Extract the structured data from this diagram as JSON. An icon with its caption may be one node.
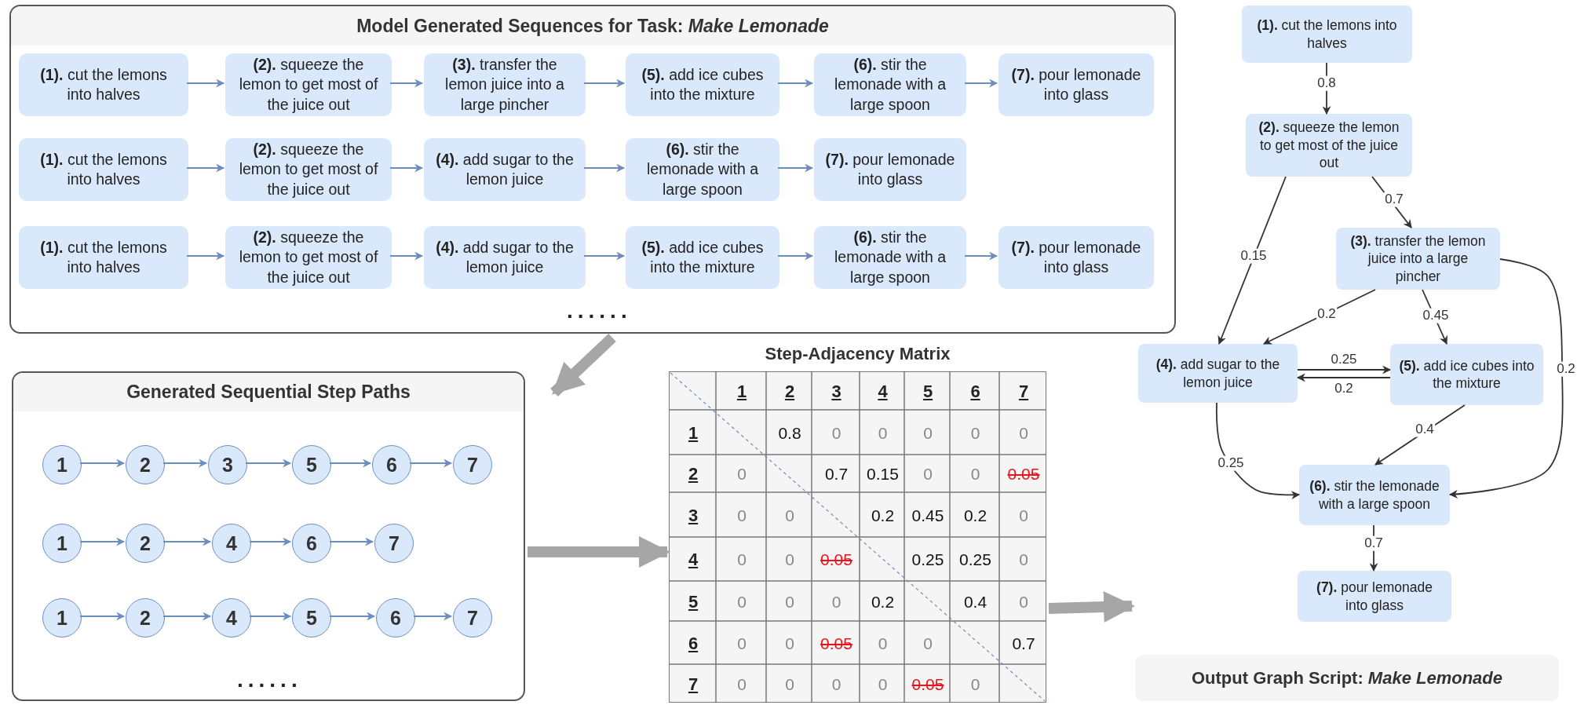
{
  "diagram": {
    "nodes": [
      {
        "text": [
          "Model Generated Sequences for Task: *Make Lemonade*"
        ]
      },
      {
        "text": [
          "**(1).** cut the lemons into halves"
        ],
        "in": 0
      },
      {
        "text": [
          "**(2).** squeeze the lemon to get most of the juice out"
        ],
        "in": 0
      },
      {
        "text": [
          "**(3).** transfer the lemon juice into a large pincher"
        ],
        "in": 0
      },
      {
        "text": [
          "**(5).** add ice cubes into the mixture"
        ],
        "in": 0
      },
      {
        "text": [
          "**(6).** stir the lemonade with a large spoon"
        ],
        "in": 0
      },
      {
        "text": [
          "**(7).** pour lemonade into glass"
        ],
        "in": 0
      },
      {
        "text": [
          "**(1).** cut the lemons into halves"
        ],
        "in": 0
      },
      {
        "text": [
          "**(2).** squeeze the lemon to get most of the juice out"
        ],
        "in": 0
      },
      {
        "text": [
          "**(4).** add sugar to the lemon juice"
        ],
        "in": 0
      },
      {
        "text": [
          "**(6).** stir the lemonade with a large spoon"
        ],
        "in": 0
      },
      {
        "text": [
          "**(7).** pour lemonade into glass"
        ],
        "in": 0
      },
      {
        "text": [
          "**(1).** cut the lemons into halves"
        ],
        "in": 0
      },
      {
        "text": [
          "**(2).** squeeze the lemon to get most of the juice out"
        ],
        "in": 0
      },
      {
        "text": [
          "**(4).** add sugar to the lemon juice"
        ],
        "in": 0
      },
      {
        "text": [
          "**(5).** add ice cubes into the mixture"
        ],
        "in": 0
      },
      {
        "text": [
          "**(6).** stir the lemonade with a large spoon"
        ],
        "in": 0
      },
      {
        "text": [
          "**(7).** pour lemonade into glass"
        ],
        "in": 0
      },
      {
        "text": [
          "Generated Sequential Step Paths"
        ]
      },
      {
        "text": [
          "1"
        ],
        "in": 18
      },
      {
        "text": [
          "2"
        ],
        "in": 18
      },
      {
        "text": [
          "3"
        ],
        "in": 18
      },
      {
        "text": [
          "5"
        ],
        "in": 18
      },
      {
        "text": [
          "6"
        ],
        "in": 18
      },
      {
        "text": [
          "7"
        ],
        "in": 18
      },
      {
        "text": [
          "1"
        ],
        "in": 18
      },
      {
        "text": [
          "2"
        ],
        "in": 18
      },
      {
        "text": [
          "4"
        ],
        "in": 18
      },
      {
        "text": [
          "6"
        ],
        "in": 18
      },
      {
        "text": [
          "7"
        ],
        "in": 18
      },
      {
        "text": [
          "1"
        ],
        "in": 18
      },
      {
        "text": [
          "2"
        ],
        "in": 18
      },
      {
        "text": [
          "4"
        ],
        "in": 18
      },
      {
        "text": [
          "5"
        ],
        "in": 18
      },
      {
        "text": [
          "6"
        ],
        "in": 18
      },
      {
        "text": [
          "7"
        ],
        "in": 18
      },
      {
        "text": [
          "Step-Adjacency Matrix"
        ]
      },
      {
        "text": [
          "**(1).** cut the lemons into halves"
        ]
      },
      {
        "text": [
          "**(2).** squeeze the lemon to get most of the juice out"
        ]
      },
      {
        "text": [
          "**(3).** transfer the lemon juice into a large pincher"
        ]
      },
      {
        "text": [
          "**(4).** add sugar to the lemon juice"
        ]
      },
      {
        "text": [
          "**(5).** add ice cubes into the mixture"
        ]
      },
      {
        "text": [
          "**(6).** stir the lemonade with a large spoon"
        ]
      },
      {
        "text": [
          "**(7).** pour lemonade into glass"
        ]
      },
      {
        "text": [
          "Output Graph Script: *Make Lemonade*"
        ]
      }
    ],
    "edges": [
      {
        "from": 1,
        "to": 2,
        "arrow": "to"
      },
      {
        "from": 2,
        "to": 3,
        "arrow": "to"
      },
      {
        "from": 3,
        "to": 4,
        "arrow": "to"
      },
      {
        "from": 4,
        "to": 5,
        "arrow": "to"
      },
      {
        "from": 5,
        "to": 6,
        "arrow": "to"
      },
      {
        "from": 7,
        "to": 8,
        "arrow": "to"
      },
      {
        "from": 8,
        "to": 9,
        "arrow": "to"
      },
      {
        "from": 9,
        "to": 10,
        "arrow": "to"
      },
      {
        "from": 10,
        "to": 11,
        "arrow": "to"
      },
      {
        "from": 12,
        "to": 13,
        "arrow": "to"
      },
      {
        "from": 13,
        "to": 14,
        "arrow": "to"
      },
      {
        "from": 14,
        "to": 15,
        "arrow": "to"
      },
      {
        "from": 15,
        "to": 16,
        "arrow": "to"
      },
      {
        "from": 16,
        "to": 17,
        "arrow": "to"
      },
      {
        "from": 19,
        "to": 20,
        "arrow": "to"
      },
      {
        "from": 20,
        "to": 21,
        "arrow": "to"
      },
      {
        "from": 21,
        "to": 22,
        "arrow": "to"
      },
      {
        "from": 22,
        "to": 23,
        "arrow": "to"
      },
      {
        "from": 23,
        "to": 24,
        "arrow": "to"
      },
      {
        "from": 25,
        "to": 26,
        "arrow": "to"
      },
      {
        "from": 26,
        "to": 27,
        "arrow": "to"
      },
      {
        "from": 27,
        "to": 28,
        "arrow": "to"
      },
      {
        "from": 28,
        "to": 29,
        "arrow": "to"
      },
      {
        "from": 30,
        "to": 31,
        "arrow": "to"
      },
      {
        "from": 31,
        "to": 32,
        "arrow": "to"
      },
      {
        "from": 32,
        "to": 33,
        "arrow": "to"
      },
      {
        "from": 33,
        "to": 34,
        "arrow": "to"
      },
      {
        "from": 34,
        "to": 35,
        "arrow": "to"
      },
      {
        "from": 0,
        "to": 18,
        "arrow": "to",
        "style": "thick",
        "color": "#a6a6a6"
      },
      {
        "from": 18,
        "to": 36,
        "arrow": "to",
        "style": "thick",
        "color": "#a6a6a6"
      },
      {
        "from": 36,
        "to": 44,
        "arrow": "to",
        "style": "thick",
        "color": "#a6a6a6"
      },
      {
        "from": 37,
        "to": 38,
        "arrow": "to",
        "label": "0.8",
        "color": "#333333"
      },
      {
        "from": 38,
        "to": 39,
        "arrow": "to",
        "label": "0.7",
        "color": "#333333"
      },
      {
        "from": 38,
        "to": 40,
        "arrow": "to",
        "label": "0.15",
        "color": "#333333"
      },
      {
        "from": 39,
        "to": 40,
        "arrow": "to",
        "label": "0.2",
        "color": "#333333"
      },
      {
        "from": 39,
        "to": 41,
        "arrow": "to",
        "label": "0.45",
        "color": "#333333"
      },
      {
        "from": 39,
        "to": 42,
        "arrow": "to",
        "label": "0.2",
        "color": "#333333"
      },
      {
        "from": 40,
        "to": 41,
        "arrow": "to",
        "label": "0.25",
        "color": "#333333"
      },
      {
        "from": 41,
        "to": 40,
        "arrow": "to",
        "label": "0.2",
        "color": "#333333"
      },
      {
        "from": 41,
        "to": 42,
        "arrow": "to",
        "label": "0.4",
        "color": "#333333"
      },
      {
        "from": 40,
        "to": 42,
        "arrow": "to",
        "label": "0.25",
        "color": "#333333"
      },
      {
        "from": 42,
        "to": 43,
        "arrow": "to",
        "label": "0.7",
        "color": "#333333"
      }
    ],
    "labels": [
      "......",
      "......",
      "1",
      "2",
      "3",
      "4",
      "5",
      "6",
      "7",
      "1",
      "0.8",
      "0",
      "0",
      "0",
      "0",
      "0",
      "2",
      "0",
      "0.7",
      "0.15",
      "0",
      "0",
      "0.05",
      "3",
      "0",
      "0",
      "0.2",
      "0.45",
      "0.2",
      "0",
      "4",
      "0",
      "0",
      "0.05",
      "0.25",
      "0.25",
      "0",
      "5",
      "0",
      "0",
      "0",
      "0.2",
      "0.4",
      "0",
      "6",
      "0",
      "0",
      "0.05",
      "0",
      "0",
      "0.7",
      "7",
      "0",
      "0",
      "0",
      "0",
      "0.05",
      "0"
    ]
  }
}
